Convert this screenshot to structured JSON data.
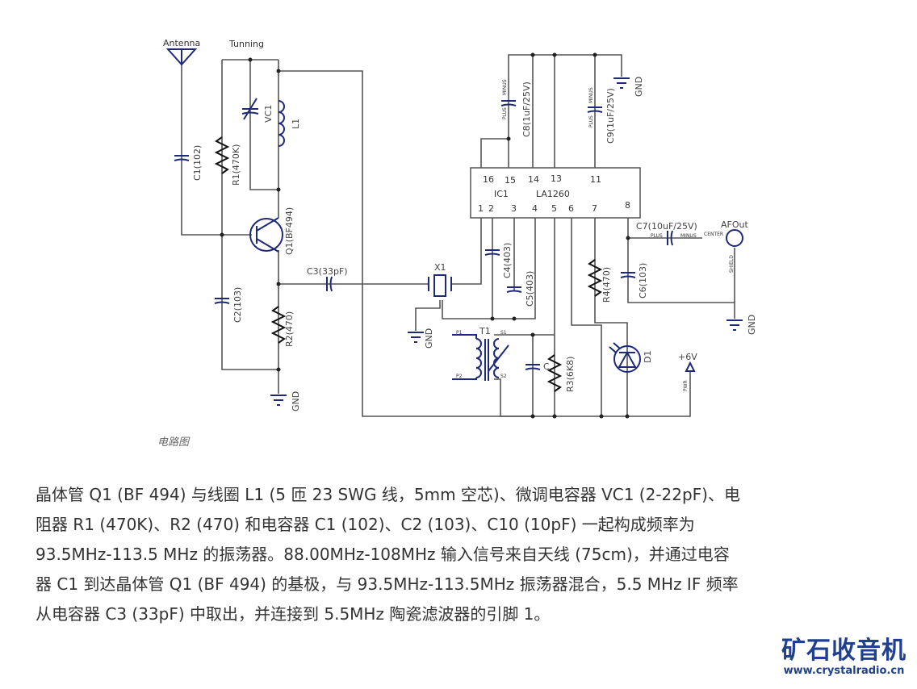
{
  "diagram": {
    "antenna": "Antenna",
    "tuning": "Tunning",
    "c1": "C1(102)",
    "r1": "R1(470K)",
    "vc1": "VC1",
    "l1": "L1",
    "q1": "Q1(BF494)",
    "c2": "C2(103)",
    "r2": "R2(470)",
    "c3": "C3(33pF)",
    "x1": "X1",
    "t1": "T1",
    "p1": "P1",
    "p2": "P2",
    "s1": "S1",
    "s2": "S2",
    "c10": "C",
    "r3": "R3(6K8)",
    "c4": "C4(403)",
    "c5": "C5(403)",
    "c8": "C8(1uF/25V)",
    "c9": "C9(1uF/25V)",
    "ic": "IC1",
    "ic_part": "LA1260",
    "pins_top": [
      "16",
      "15",
      "14",
      "13",
      "11"
    ],
    "pins_bottom": [
      "1",
      "2",
      "3",
      "4",
      "5",
      "6",
      "7",
      "8"
    ],
    "c7": "C7(10uF/25V)",
    "afout": "AFOut",
    "center": "CENTER",
    "shield": "SHIELD",
    "plus": "PLUS",
    "minus": "MINUS",
    "r4": "R4(470)",
    "c6": "C6(103)",
    "d1": "D1",
    "pwr_label": "+6V",
    "pwr": "PWR",
    "gnd": "GND"
  },
  "caption": "电路图",
  "paragraph": [
    "晶体管 Q1 (BF 494) 与线圈 L1 (5 匝 23 SWG 线，5mm 空芯)、微调电容器 VC1 (2-22pF)、电",
    "阻器 R1 (470K)、R2 (470) 和电容器 C1 (102)、C2 (103)、C10 (10pF) 一起构成频率为",
    "93.5MHz-113.5 MHz 的振荡器。88.00MHz-108MHz 输入信号来自天线 (75cm)，并通过电容",
    "器 C1 到达晶体管 Q1 (BF 494) 的基极，与 93.5MHz-113.5MHz 振荡器混合，5.5 MHz IF 频率",
    "从电容器 C3 (33pF) 中取出，并连接到 5.5MHz 陶瓷滤波器的引脚 1。"
  ],
  "logo": {
    "name": "矿石收音机",
    "url": "www.crystalradio.cn"
  }
}
